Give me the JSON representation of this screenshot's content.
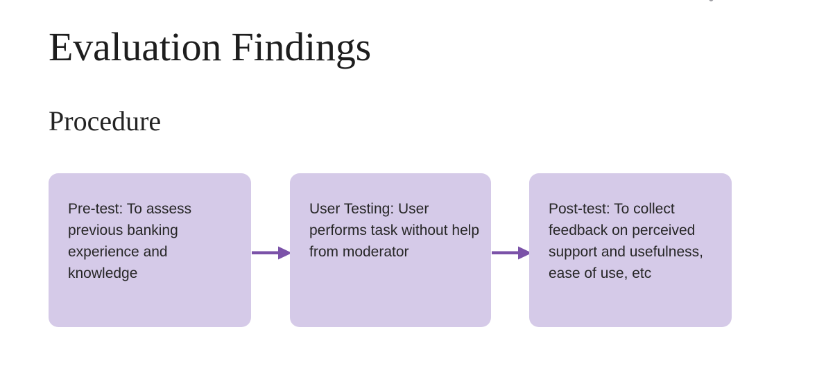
{
  "slide": {
    "title": "Evaluation Findings",
    "subtitle": "Procedure",
    "corner_mark": "· ● ·",
    "background_color": "#ffffff",
    "box_fill_color": "#d5cae8",
    "arrow_color": "#7b52a8",
    "text_color": "#262626",
    "heading_color": "#1d1d1d"
  },
  "flow": {
    "steps": [
      {
        "id": "pre-test",
        "text": "Pre-test: To assess previous banking experience and knowledge"
      },
      {
        "id": "user-testing",
        "text": "User Testing: User performs task without help from moderator"
      },
      {
        "id": "post-test",
        "text": "Post-test: To collect feedback on perceived support and usefulness, ease of use, etc"
      }
    ],
    "arrows": [
      {
        "id": "arrow-1",
        "from": "pre-test",
        "to": "user-testing",
        "direction": "right"
      },
      {
        "id": "arrow-2",
        "from": "user-testing",
        "to": "post-test",
        "direction": "right"
      }
    ]
  }
}
